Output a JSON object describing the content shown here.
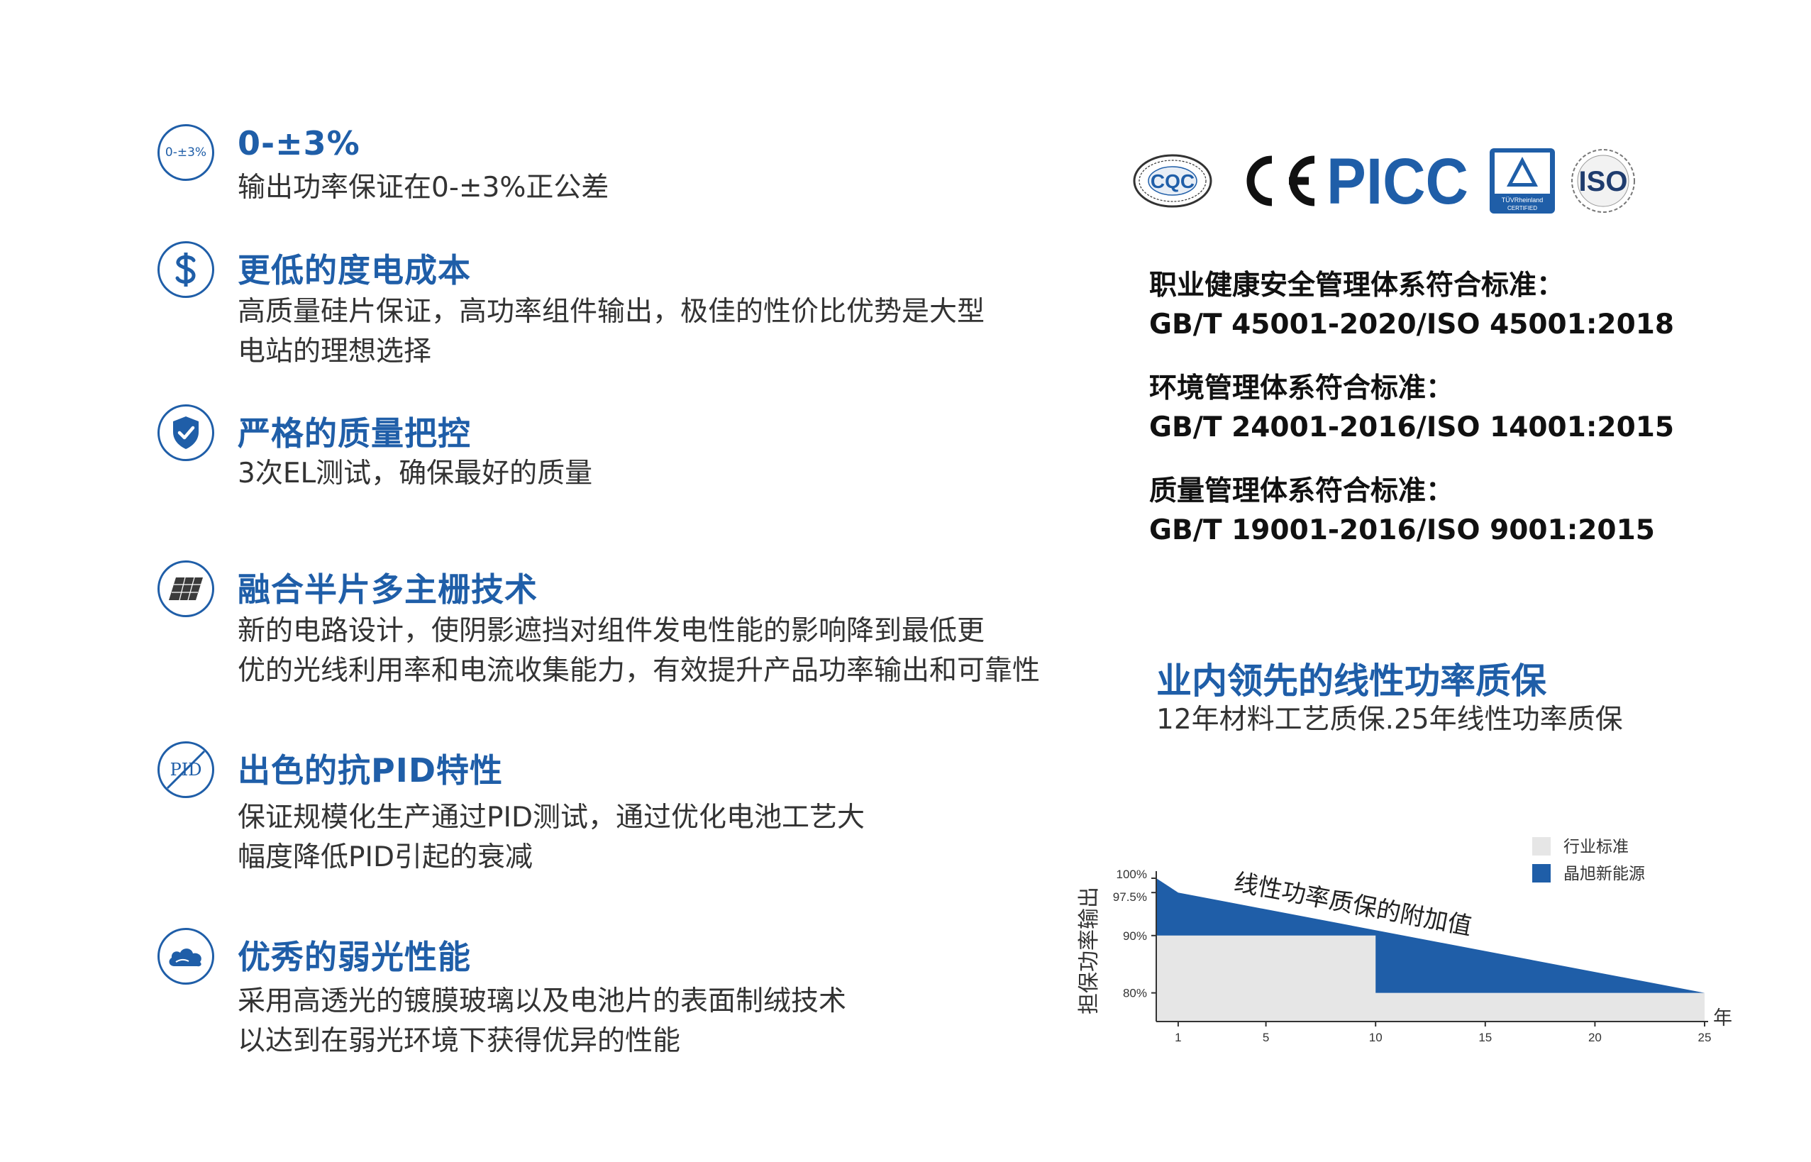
{
  "features": [
    {
      "icon": "percent-badge-icon",
      "icon_text": "0-±3%",
      "title": "0-±3%",
      "desc": [
        "输出功率保证在0-±3%正公差"
      ]
    },
    {
      "icon": "dollar-icon",
      "title": "更低的度电成本",
      "desc": [
        "高质量硅片保证，高功率组件输出，极佳的性价比优势是大型",
        "电站的理想选择"
      ]
    },
    {
      "icon": "shield-check-icon",
      "title": "严格的质量把控",
      "desc": [
        "3次EL测试，确保最好的质量"
      ]
    },
    {
      "icon": "solar-panel-icon",
      "title": "融合半片多主栅技术",
      "desc": [
        "新的电路设计，使阴影遮挡对组件发电性能的影响降到最低更",
        "优的光线利用率和电流收集能力，有效提升产品功率输出和可靠性"
      ]
    },
    {
      "icon": "no-pid-icon",
      "icon_text": "PID",
      "title": "出色的抗PID特性",
      "desc": [
        "保证规模化生产通过PID测试，通过优化电池工艺大",
        "幅度降低PID引起的衰减"
      ]
    },
    {
      "icon": "cloud-icon",
      "title": "优秀的弱光性能",
      "desc": [
        "采用高透光的镀膜玻璃以及电池片的表面制绒技术",
        "以达到在弱光环境下获得优异的性能"
      ]
    }
  ],
  "certifications": {
    "logos": [
      "CQC",
      "CE",
      "PICC",
      "TÜVRheinland",
      "ISO"
    ],
    "tuv_lines": [
      "TÜVRheinland",
      "CERTIFIED"
    ],
    "standards": [
      {
        "label": "职业健康安全管理体系符合标准：",
        "code": "GB/T 45001-2020/ISO 45001:2018"
      },
      {
        "label": "环境管理体系符合标准：",
        "code": "GB/T 24001-2016/ISO 14001:2015"
      },
      {
        "label": "质量管理体系符合标准：",
        "code": "GB/T 19001-2016/ISO 9001:2015"
      }
    ]
  },
  "warranty": {
    "title": "业内领先的线性功率质保",
    "subtitle": "12年材料工艺质保.25年线性功率质保"
  },
  "colors": {
    "brand_blue": "#1f5ea8",
    "industry_gray": "#e6e6e6"
  },
  "chart_data": {
    "type": "area",
    "ylabel": "担保功率输出",
    "xlabel": "年",
    "x_ticks": [
      1,
      5,
      10,
      15,
      20,
      25
    ],
    "y_ticks": [
      {
        "value": 100,
        "label": "100%"
      },
      {
        "value": 97.5,
        "label": "97.5%"
      },
      {
        "value": 90,
        "label": "90%"
      },
      {
        "value": 80,
        "label": "80%"
      }
    ],
    "xlim": [
      0,
      25
    ],
    "ylim": [
      75,
      100
    ],
    "annotation": "线性功率质保的附加值",
    "series": [
      {
        "name": "行业标准",
        "color": "#e6e6e6",
        "points": [
          [
            0,
            90
          ],
          [
            10,
            90
          ],
          [
            10,
            80
          ],
          [
            25,
            80
          ]
        ]
      },
      {
        "name": "晶旭新能源",
        "color": "#1f5ea8",
        "points": [
          [
            0,
            100
          ],
          [
            1,
            97.5
          ],
          [
            25,
            80
          ]
        ]
      }
    ]
  }
}
